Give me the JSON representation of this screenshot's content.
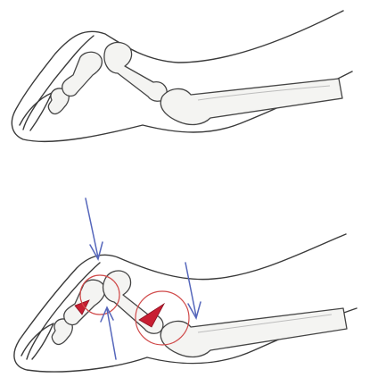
{
  "figure": {
    "panels": [
      {
        "role": "normal-thumb",
        "annotations": []
      },
      {
        "role": "affected-thumb",
        "annotations": [
          "arrow",
          "arrow",
          "arrow",
          "circle",
          "circle",
          "red-wedge",
          "red-wedge"
        ]
      }
    ]
  },
  "colors": {
    "outline": "#3a3a3a",
    "bone_fill": "#f4f4f2",
    "arrow": "#5566bb",
    "highlight_circle": "#d04a4a",
    "wedge": "#c81e32"
  }
}
